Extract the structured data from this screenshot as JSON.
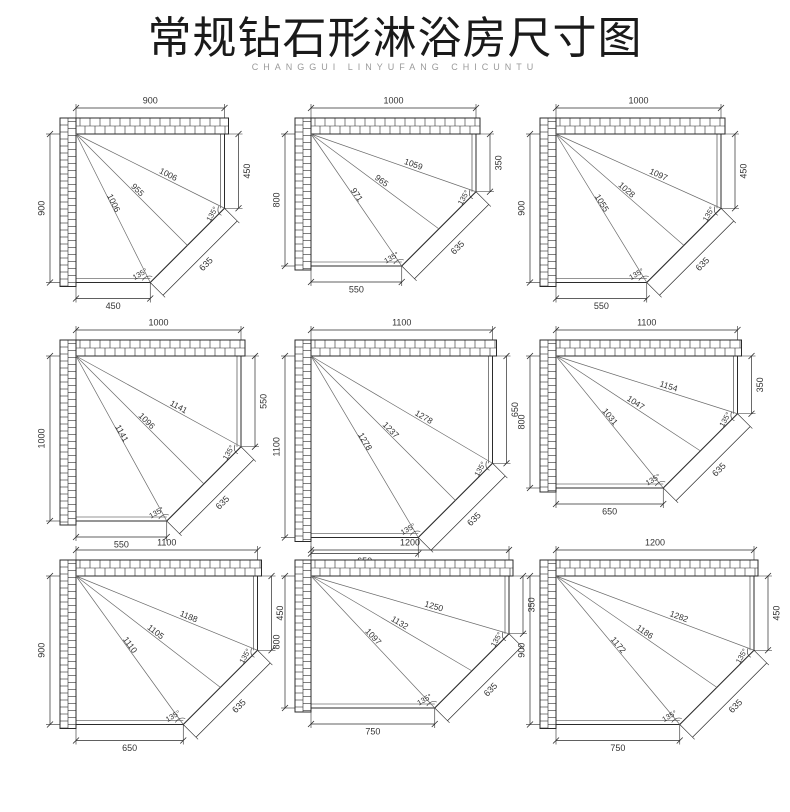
{
  "title": "常规钻石形淋浴房尺寸图",
  "subtitle": "CHANGGUI LINYUFANG CHICUNTU",
  "angle_label": "135°",
  "plans": [
    {
      "width": "900",
      "depth": "900",
      "top_return": "450",
      "bottom_return": "450",
      "diag_top": "1006",
      "diag_mid": "955",
      "diag_low": "1006",
      "door": "635"
    },
    {
      "width": "1000",
      "depth": "800",
      "top_return": "350",
      "bottom_return": "550",
      "diag_top": "1059",
      "diag_mid": "965",
      "diag_low": "971",
      "door": "635"
    },
    {
      "width": "1000",
      "depth": "900",
      "top_return": "450",
      "bottom_return": "550",
      "diag_top": "1097",
      "diag_mid": "1028",
      "diag_low": "1055",
      "door": "635"
    },
    {
      "width": "1000",
      "depth": "1000",
      "top_return": "550",
      "bottom_return": "550",
      "diag_top": "1141",
      "diag_mid": "1096",
      "diag_low": "1141",
      "door": "635"
    },
    {
      "width": "1100",
      "depth": "1100",
      "top_return": "650",
      "bottom_return": "650",
      "diag_top": "1278",
      "diag_mid": "1237",
      "diag_low": "1278",
      "door": "635"
    },
    {
      "width": "1100",
      "depth": "800",
      "top_return": "350",
      "bottom_return": "650",
      "diag_top": "1154",
      "diag_mid": "1047",
      "diag_low": "1031",
      "door": "635"
    },
    {
      "width": "1100",
      "depth": "900",
      "top_return": "450",
      "bottom_return": "650",
      "diag_top": "1188",
      "diag_mid": "1105",
      "diag_low": "1110",
      "door": "635"
    },
    {
      "width": "1200",
      "depth": "800",
      "top_return": "350",
      "bottom_return": "750",
      "diag_top": "1250",
      "diag_mid": "1132",
      "diag_low": "1097",
      "door": "635"
    },
    {
      "width": "1200",
      "depth": "900",
      "top_return": "450",
      "bottom_return": "750",
      "diag_top": "1282",
      "diag_mid": "1186",
      "diag_low": "1172",
      "door": "635"
    }
  ]
}
